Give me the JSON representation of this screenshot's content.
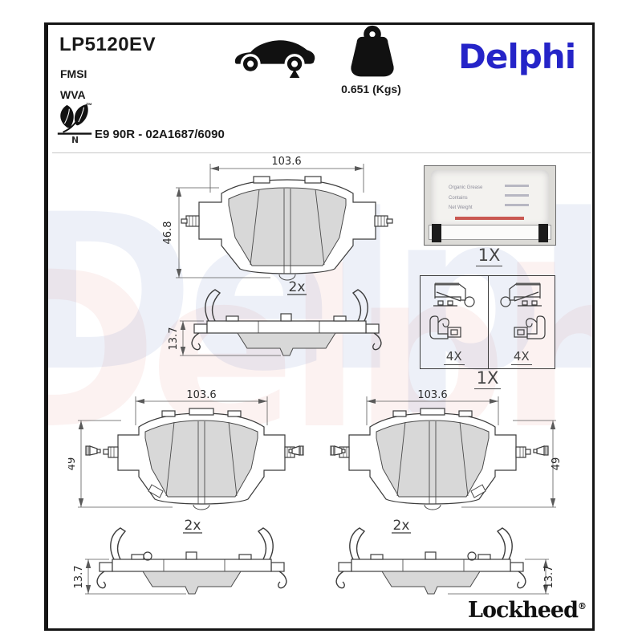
{
  "header": {
    "part_number": "LP5120EV",
    "fmsi_label": "FMSI",
    "wva_label": "WVA",
    "weight_label": "0.651 (Kgs)",
    "brand": "Delphi",
    "eco_letter": "N",
    "eco_trademark": "™",
    "homologation": "E9 90R - 02A1687/6090"
  },
  "drawings": {
    "pad_top": {
      "width_dim": "103.6",
      "height_dim": "46.8"
    },
    "packet": {
      "qty": "1X",
      "labels": [
        "Organic Grease",
        "Contains",
        "Net Weight"
      ]
    },
    "shim_mid": {
      "qty": "2x",
      "height_dim": "13.7"
    },
    "clip_kit": {
      "left_qty": "4X",
      "right_qty": "4X",
      "kit_qty": "1X"
    },
    "pad_left": {
      "width_dim": "103.6",
      "height_dim": "49"
    },
    "pad_right": {
      "width_dim": "103.6",
      "height_dim": "49"
    },
    "shim_left": {
      "qty": "2x",
      "height_dim": "13.7"
    },
    "shim_right": {
      "qty": "2x",
      "height_dim": "13.7"
    }
  },
  "footer": {
    "brand": "Lockheed",
    "registered": "®"
  },
  "watermark": {
    "text": "Delphi"
  },
  "colors": {
    "brand_blue": "#2524c8",
    "friction_gray": "#d8d8d8",
    "line_dark": "#3c3c3c",
    "watermark_blue": "#e9eef6",
    "watermark_pink": "#f8eae7"
  }
}
